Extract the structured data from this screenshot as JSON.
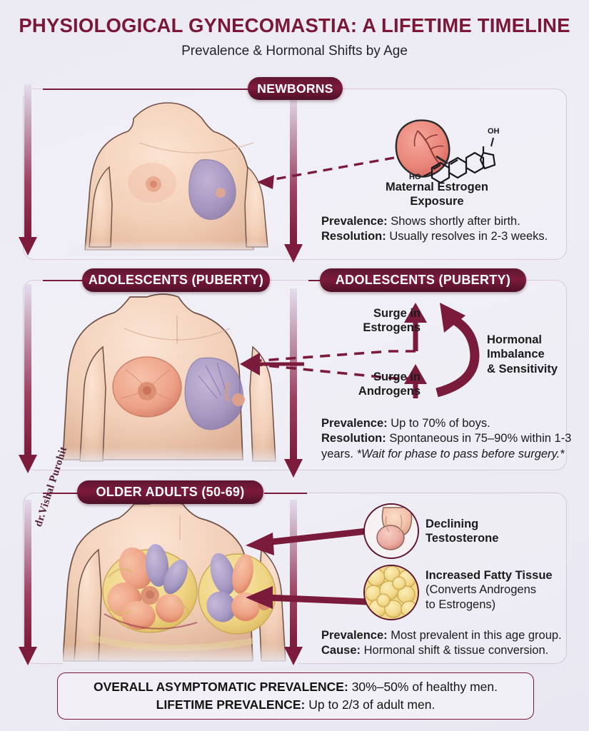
{
  "header": {
    "title": "PHYSIOLOGICAL GYNECOMASTIA: A LIFETIME TIMELINE",
    "subtitle": "Prevalence & Hormonal Shifts by Age"
  },
  "colors": {
    "accent_maroon": "#7B1838",
    "pill_dark": "#5d1630",
    "background": "#ecebf3",
    "glandular_purple": "#8e85c0",
    "fat_yellow": "#f0d98a",
    "skin": "#f0cdb6"
  },
  "watermark": "dr.Vishal Purohit",
  "sections": [
    {
      "id": "newborns",
      "pill_left": "NEWBORNS",
      "pill_right": "",
      "icon_name": "placenta-estrogen-icon",
      "icon_caption_line1": "Maternal Estrogen",
      "icon_caption_line2": "Exposure",
      "facts": [
        {
          "label": "Prevalence:",
          "value": "Shows shortly after birth."
        },
        {
          "label": "Resolution:",
          "value": "Usually resolves in 2-3 weeks."
        }
      ]
    },
    {
      "id": "adolescents",
      "pill_left": "ADOLESCENTS (PUBERTY)",
      "pill_right": "ADOLESCENTS (PUBERTY)",
      "surge_estrogens_line1": "Surge in",
      "surge_estrogens_line2": "Estrogens",
      "surge_androgens_line1": "Surge in",
      "surge_androgens_line2": "Androgens",
      "imbalance_line1": "Hormonal",
      "imbalance_line2": "Imbalance",
      "imbalance_line3": "& Sensitivity",
      "facts": [
        {
          "label": "Prevalence:",
          "value": "Up to 70% of boys."
        },
        {
          "label": "Resolution:",
          "value": "Spontaneous in 75–90% within 1-3 years.",
          "italic": "*Wait for phase to pass before surgery.*"
        }
      ]
    },
    {
      "id": "older-adults",
      "pill_left": "OLDER ADULTS (50-69)",
      "pill_right": "",
      "callouts": [
        {
          "icon": "testicle-icon",
          "line1": "Declining",
          "line2": "Testosterone"
        },
        {
          "icon": "fat-cells-icon",
          "line1": "Increased Fatty Tissue",
          "line2": "(Converts Androgens",
          "line3": "to Estrogens)"
        }
      ],
      "facts": [
        {
          "label": "Prevalence:",
          "value": "Most prevalent in this age group."
        },
        {
          "label": "Cause:",
          "value": "Hormonal shift & tissue conversion."
        }
      ]
    }
  ],
  "summary": {
    "line1_label": "OVERALL ASYMPTOMATIC PREVALENCE:",
    "line1_value": "30%–50% of healthy men.",
    "line2_label": "LIFETIME PREVALENCE:",
    "line2_value": "Up to 2/3 of adult men."
  }
}
